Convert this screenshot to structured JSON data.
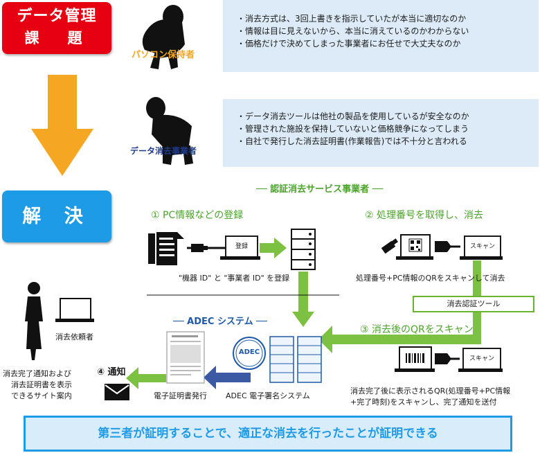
{
  "problem": {
    "badge_line1": "データ管理",
    "badge_line2": "課　題",
    "pc_owner_label": "パソコン保持者",
    "pc_owner_concerns": [
      "・消去方式は、3回上書きを指示していたが本当に適切なのか",
      "・情報は目に見えないから、本当に消えているのかわからない",
      "・価格だけで決めてしまった事業者にお任せで大丈夫なのか"
    ],
    "eraser_label": "データ消去事業者",
    "eraser_concerns": [
      "・データ消去ツールは他社の製品を使用しているが安全なのか",
      "・管理された施設を保持していないと価格競争になってしまう",
      "・自社で発行した消去証明書(作業報告)では不十分と言われる"
    ]
  },
  "solution": {
    "badge": "解 決",
    "certified_provider": "── 認証消去サービス事業者 ──",
    "step1_title": "① PC情報などの登録",
    "step1_screen": "登録",
    "step1_caption": "\"機器 ID\" と \"事業者 ID\" を登録",
    "step2_title": "② 処理番号を取得し、消去",
    "step2_screen": "スキャン",
    "step2_caption": "処理番号+PC情報のQRをスキャンして消去",
    "erase_tool": "消去認証ツール",
    "step3_title": "③ 消去後のQRをスキャン",
    "step3_screen": "スキャン",
    "step3_caption_line1": "消去完了後に表示されるQR(処理番号+PC情報",
    "step3_caption_line2": "+完了時刻)をスキャンし、完了通知を送付",
    "adec_system": "── ADEC システム ──",
    "adec_logo": "ADEC",
    "signature_system": "ADEC 電子署名システム",
    "certificate_issue": "電子証明書発行",
    "step4_title": "④ 通知",
    "client_label": "消去依頼者",
    "site_note_line1": "消去完了通知および",
    "site_note_line2": "消去証明書を表示",
    "site_note_line3": "できるサイト案内"
  },
  "conclusion": "第三者が証明することで、適正な消去を行ったことが証明できる",
  "colors": {
    "red": "#e60012",
    "blue": "#1e9be6",
    "green": "#7cc142",
    "orange": "#f5a623",
    "navy": "#3b5aa3",
    "panel": "#dcebf7"
  }
}
